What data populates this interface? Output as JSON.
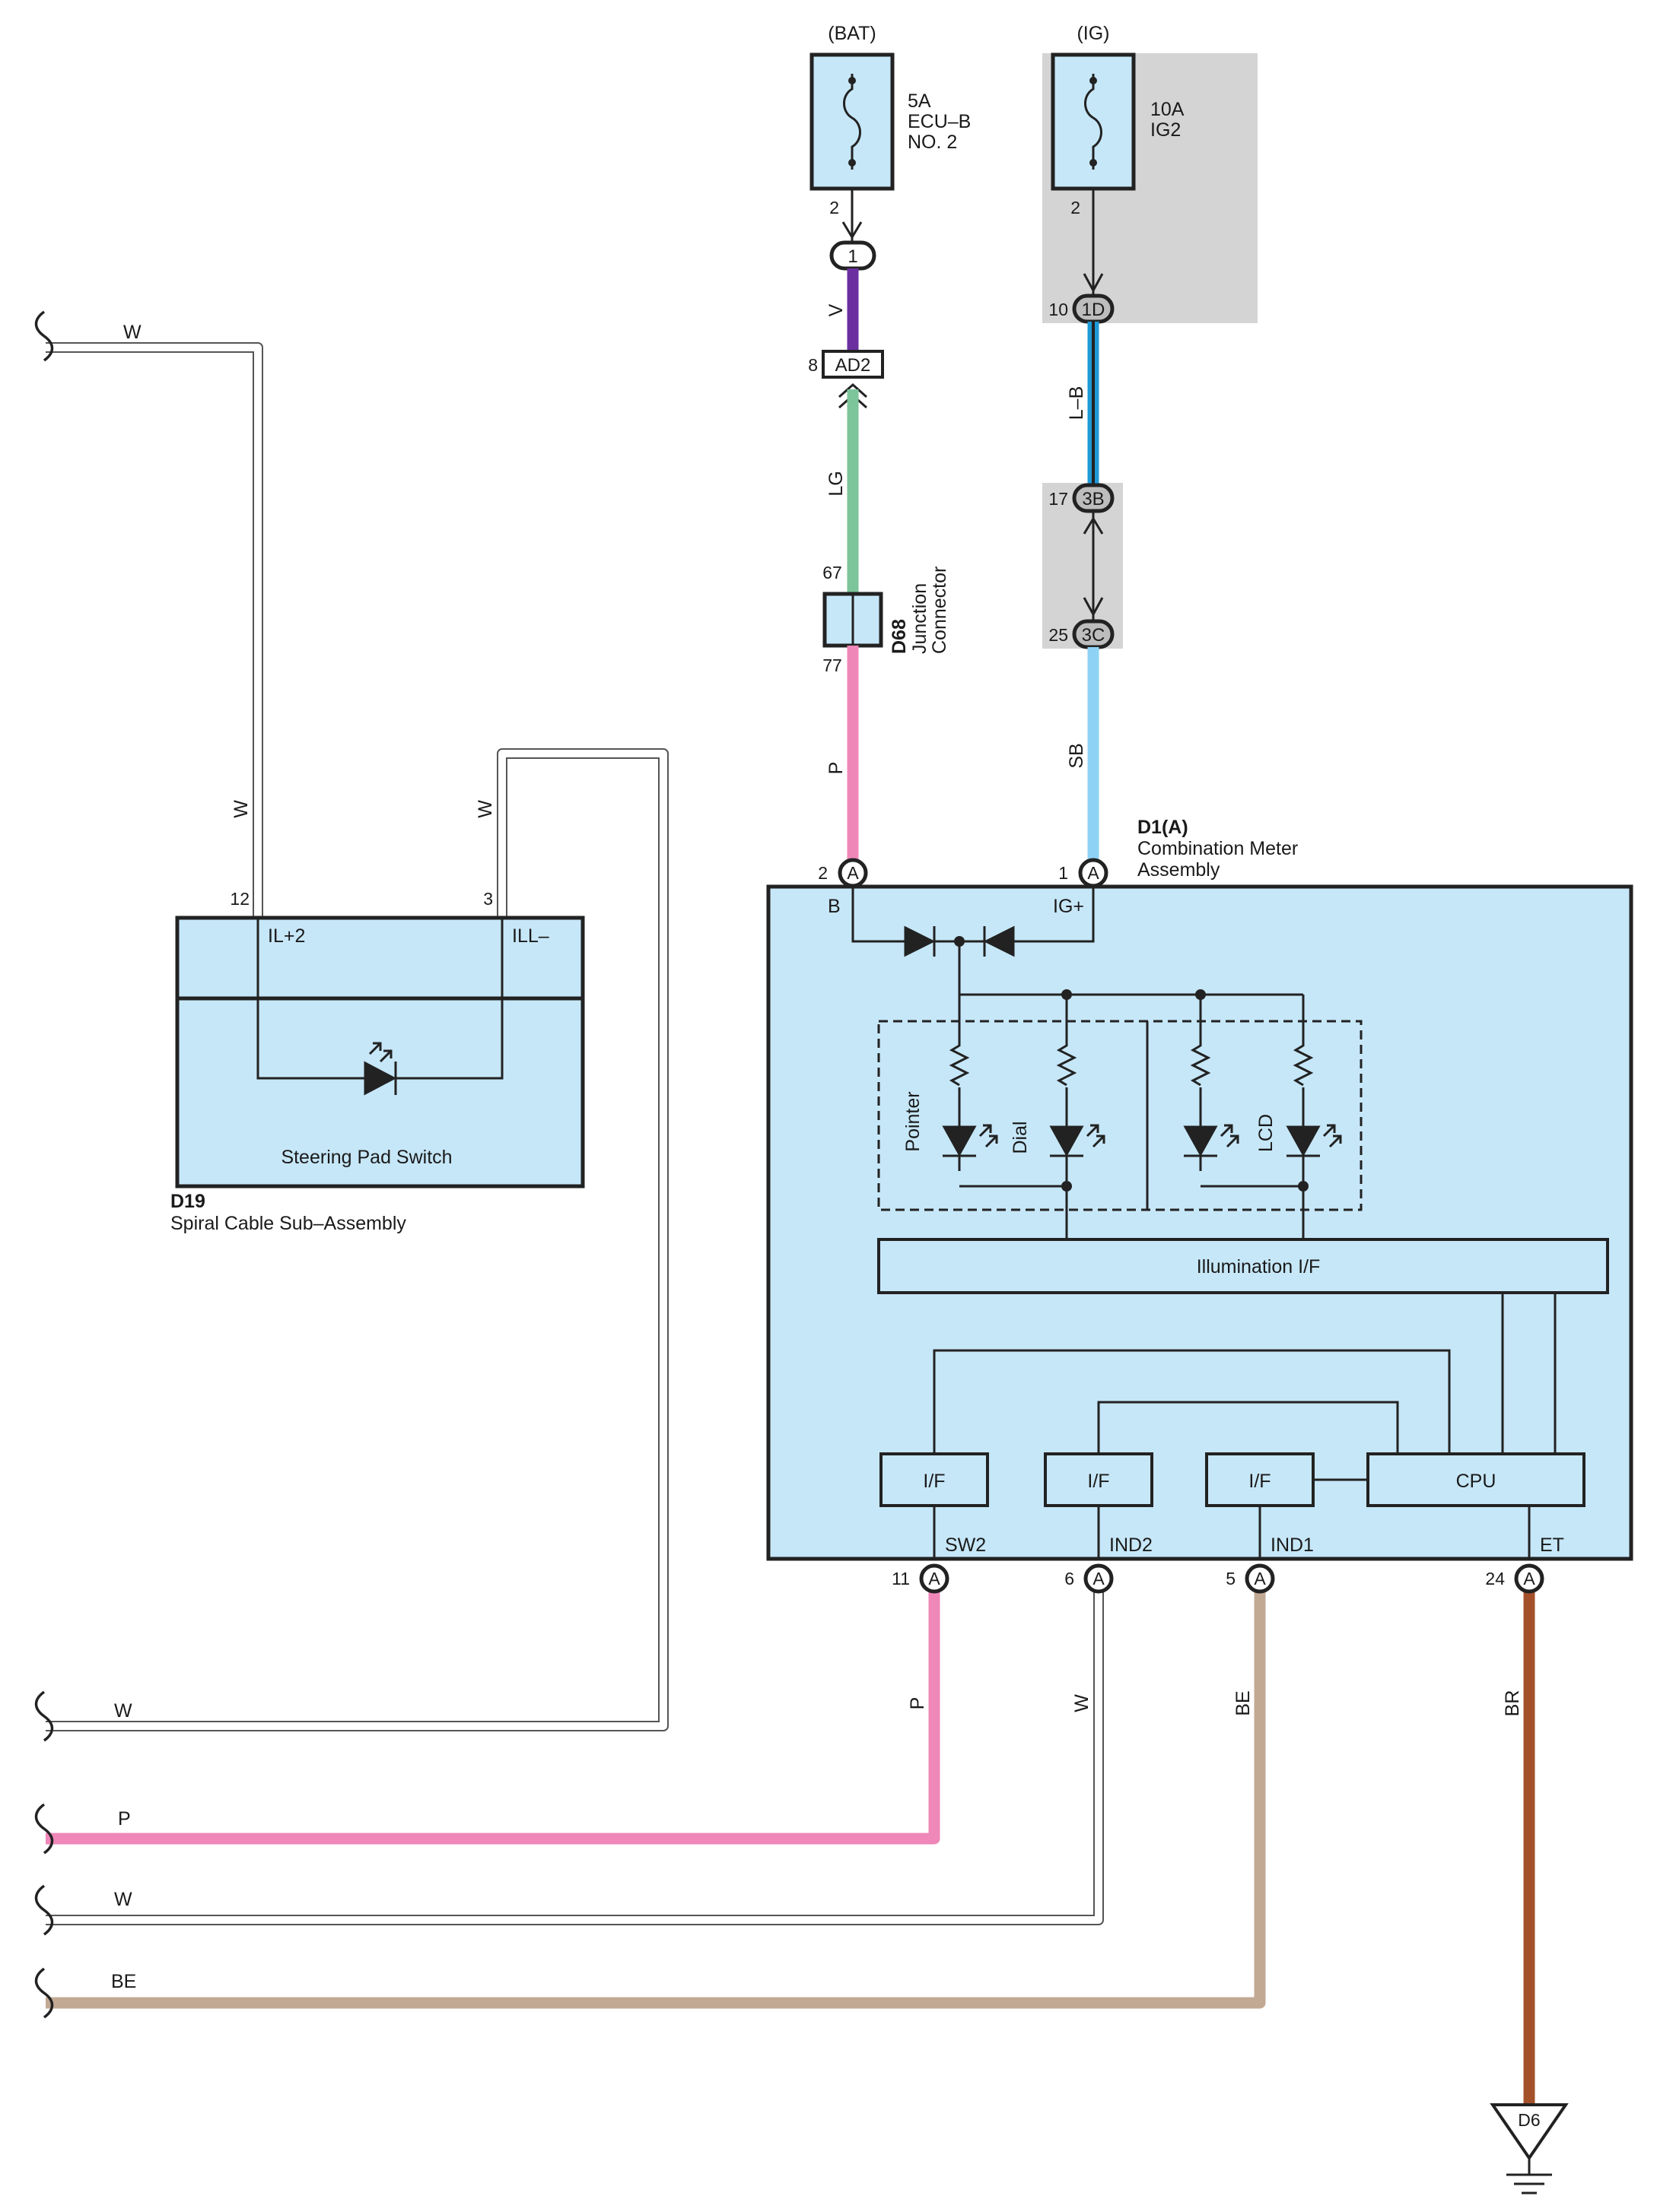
{
  "sources": {
    "bat": "(BAT)",
    "ig": "(IG)"
  },
  "fuses": {
    "ecub": {
      "l1": "5A",
      "l2": "ECU–B",
      "l3": "NO. 2",
      "pin": "2"
    },
    "ig2": {
      "l1": "10A",
      "l2": "IG2",
      "pin": "2"
    }
  },
  "connectors": {
    "c1": {
      "id": "1"
    },
    "c1d": {
      "id": "1D",
      "pin": "10"
    },
    "ad2": {
      "id": "AD2",
      "pin": "8"
    },
    "c3b": {
      "id": "3B",
      "pin": "17"
    },
    "c3c": {
      "id": "3C",
      "pin": "25"
    },
    "d68": {
      "code": "D68",
      "name1": "Junction",
      "name2": "Connector",
      "pin_in": "67",
      "pin_out": "77"
    }
  },
  "wires": {
    "v": "V",
    "lg": "LG",
    "p": "P",
    "lb": "L–B",
    "sb": "SB",
    "w_top": "W",
    "w_left": "W",
    "w_right": "W",
    "p_sw2": "P",
    "w_ind2": "W",
    "be_ind1": "BE",
    "br_et": "BR",
    "ext_w1": "W",
    "ext_w2": "W",
    "ext_p": "P",
    "ext_w3": "W",
    "ext_be": "BE"
  },
  "meter": {
    "code": "D1(A)",
    "name1": "Combination Meter",
    "name2": "Assembly",
    "term_b": "B",
    "term_ig": "IG+",
    "pin_b": "2",
    "pin_ig": "1",
    "pointer": "Pointer",
    "dial": "Dial",
    "lcd": "LCD",
    "illumination": "Illumination I/F",
    "if1": "I/F",
    "if2": "I/F",
    "if3": "I/F",
    "cpu": "CPU",
    "sw2": "SW2",
    "ind2": "IND2",
    "ind1": "IND1",
    "et": "ET",
    "pin_sw2": "11",
    "pin_ind2": "6",
    "pin_ind1": "5",
    "pin_et": "24",
    "conn_letter": "A"
  },
  "spiral": {
    "code": "D19",
    "name": "Spiral Cable Sub–Assembly",
    "switch_label": "Steering Pad Switch",
    "il2": "IL+2",
    "ill": "ILL–",
    "pin_il2": "12",
    "pin_ill": "3"
  },
  "ground": {
    "id": "D6"
  },
  "colors": {
    "violet": "#6b2fa0",
    "light_green": "#7cc49a",
    "pink": "#ef87b9",
    "blue": "#1e9ad6",
    "sky_blue": "#8ed3f5",
    "beige": "#c2a994",
    "brown": "#a4512b",
    "box_fill": "#c6e7f8",
    "shade": "#d4d4d4"
  }
}
